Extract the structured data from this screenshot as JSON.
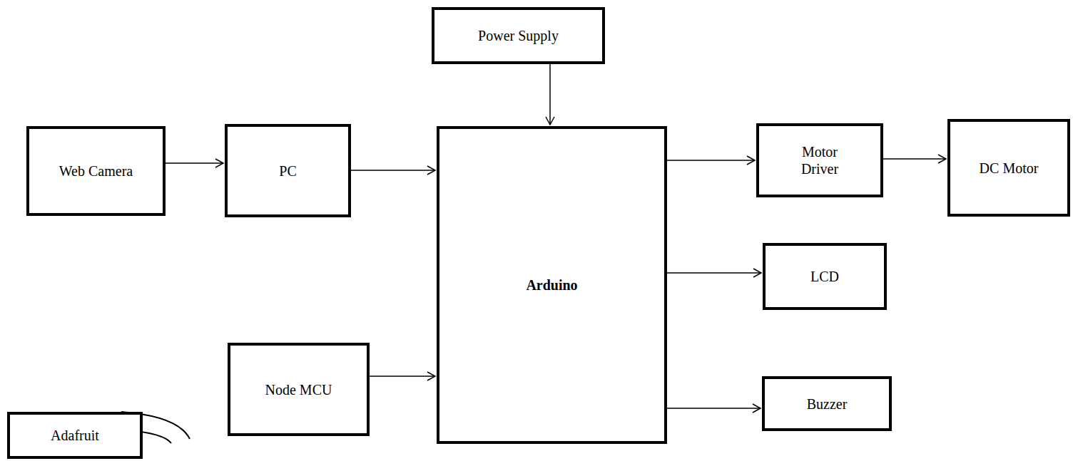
{
  "diagram": {
    "nodes": [
      {
        "text": [
          "Power Supply"
        ]
      },
      {
        "text": [
          "Web Camera"
        ]
      },
      {
        "text": [
          "PC"
        ]
      },
      {
        "text": [
          "Arduino"
        ]
      },
      {
        "text": [
          "Motor Driver"
        ]
      },
      {
        "text": [
          "DC Motor"
        ]
      },
      {
        "text": [
          "LCD"
        ]
      },
      {
        "text": [
          "Node MCU"
        ]
      },
      {
        "text": [
          "Buzzer"
        ]
      },
      {
        "text": [
          "Adafruit"
        ]
      }
    ],
    "edges": [
      {
        "from": 0,
        "to": 3,
        "arrow": "to"
      },
      {
        "from": 1,
        "to": 2,
        "arrow": "to"
      },
      {
        "from": 2,
        "to": 3,
        "arrow": "to"
      },
      {
        "from": 3,
        "to": 4,
        "arrow": "to"
      },
      {
        "from": 4,
        "to": 5,
        "arrow": "to"
      },
      {
        "from": 3,
        "to": 6,
        "arrow": "to"
      },
      {
        "from": 7,
        "to": 3,
        "arrow": "to"
      },
      {
        "from": 3,
        "to": 8,
        "arrow": "to"
      }
    ]
  }
}
